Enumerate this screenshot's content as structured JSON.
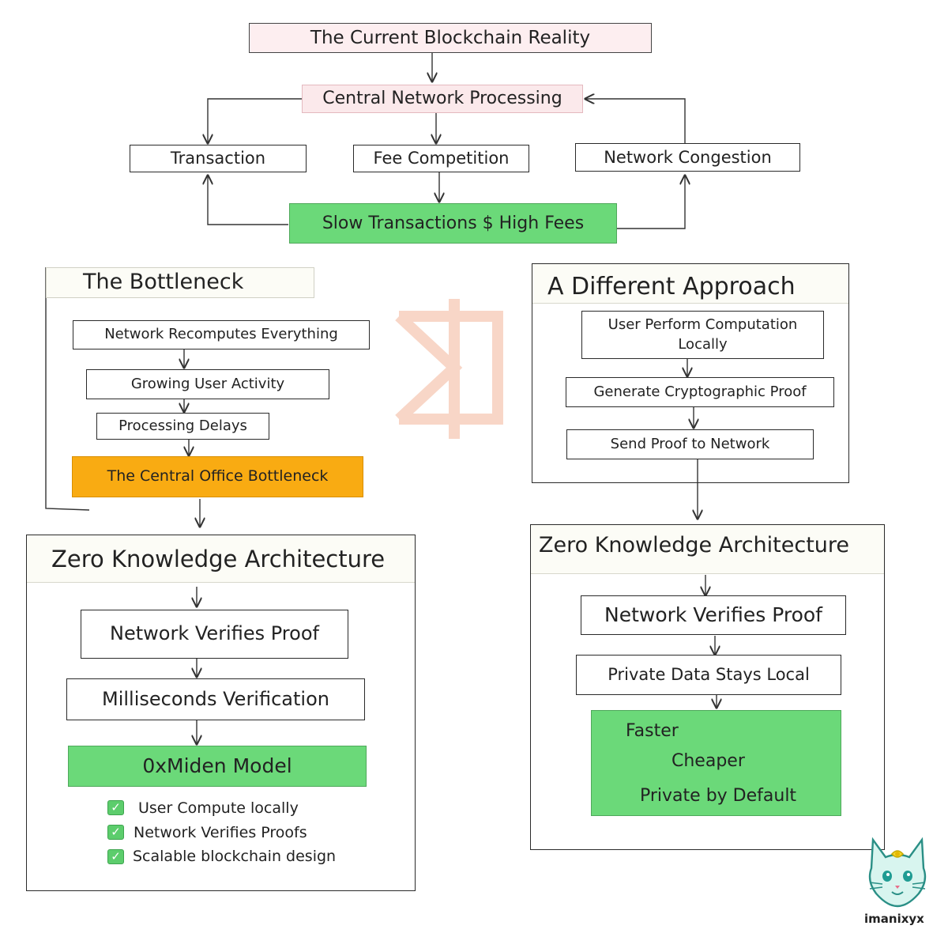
{
  "top": {
    "title": "The Current Blockchain Reality",
    "central": "Central Network Processing",
    "transaction": "Transaction",
    "fee": "Fee Competition",
    "congestion": "Network Congestion",
    "slow": "Slow Transactions $ High Fees"
  },
  "bottleneck": {
    "title": "The Bottleneck",
    "items": [
      "Network Recomputes Everything",
      "Growing User Activity",
      "Processing Delays"
    ],
    "final": "The Central Office Bottleneck"
  },
  "approach": {
    "title": "A Different Approach",
    "item1_line1": "User Perform Computation",
    "item1_line2": "Locally",
    "item2": "Generate Cryptographic Proof",
    "item3": "Send Proof to Network"
  },
  "zk_left": {
    "title": "Zero Knowledge Architecture",
    "verify": "Network Verifies Proof",
    "ms": "Milliseconds Verification",
    "model": "0xMiden Model",
    "checklist": [
      "User Compute locally",
      "Network Verifies Proofs",
      "Scalable blockchain design"
    ]
  },
  "zk_right": {
    "title": "Zero Knowledge Architecture",
    "verify": "Network Verifies Proof",
    "private": "Private Data Stays Local",
    "benefits": [
      "Faster",
      "Cheaper",
      "Private by Default"
    ]
  },
  "signature": "imanixyx",
  "colors": {
    "green": "#6bd979",
    "orange": "#f9ab12",
    "pink": "#fdeef0",
    "watermark": "#f6c9b5"
  }
}
